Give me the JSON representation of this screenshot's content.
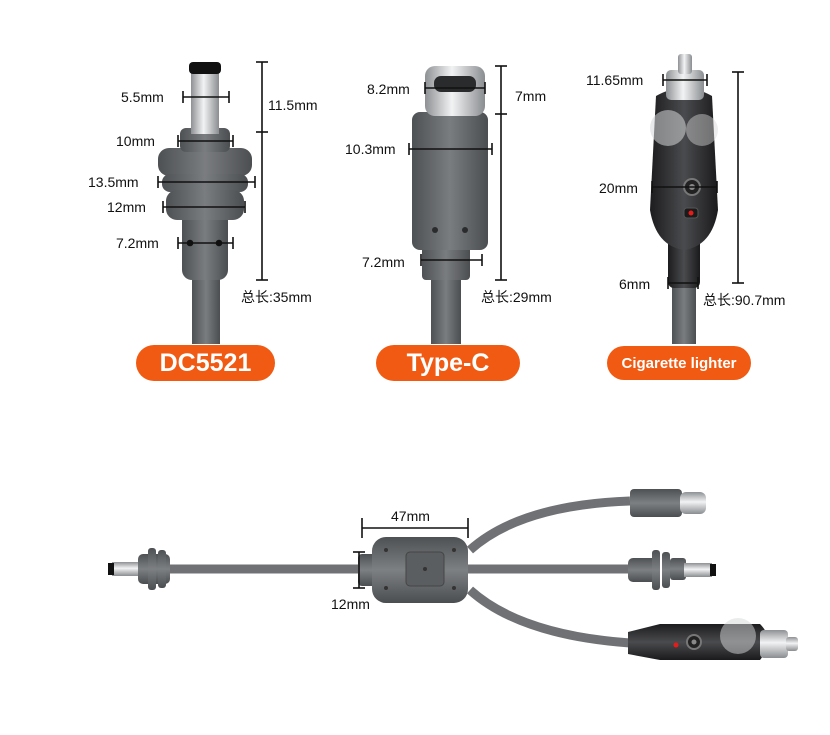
{
  "colors": {
    "accent": "#f15a12",
    "cable": "#6f7174",
    "connector_dark": "#55585c",
    "metal": "#c8cacc"
  },
  "connectors": {
    "dc5521": {
      "name": "DC5521",
      "dims": {
        "tip_width": "5.5mm",
        "tip_length": "11.5mm",
        "ring1": "10mm",
        "ring2": "13.5mm",
        "ring3": "12mm",
        "neck": "7.2mm"
      },
      "total": "总长:35mm"
    },
    "typec": {
      "name": "Type-C",
      "dims": {
        "plug_width": "8.2mm",
        "plug_length": "7mm",
        "body_width": "10.3mm",
        "neck": "7.2mm"
      },
      "total": "总长:29mm"
    },
    "cigarette": {
      "name": "Cigarette lighter",
      "dims": {
        "tip": "11.65mm",
        "body": "20mm",
        "cable": "6mm"
      },
      "total": "总长:90.7mm"
    }
  },
  "splitter": {
    "width": "47mm",
    "height": "12mm"
  }
}
